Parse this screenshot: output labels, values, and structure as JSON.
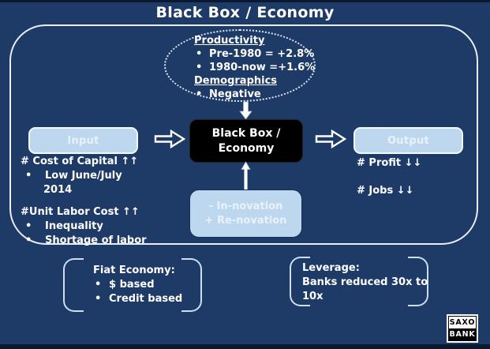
{
  "title": "Black Box / Economy",
  "chars": {
    "bullet": "•"
  },
  "ellipse": {
    "heading_productivity": "Productivity",
    "productivity_items": [
      "Pre-1980 = +2.8%",
      "1980-now =+1.6%"
    ],
    "heading_demographics": "Demographics",
    "demographics_items": [
      "Negative"
    ]
  },
  "flow": {
    "input_label": "Input",
    "blackbox_line1": "Black Box /",
    "blackbox_line2": "Economy",
    "output_label": "Output",
    "innovation_line1": "- In-novation",
    "innovation_line2": "+ Re-novation"
  },
  "input_notes": {
    "cost_heading": "# Cost of Capital ↑↑",
    "cost_item_line1": "Low June/July",
    "cost_item_line2": "2014",
    "labor_heading": "#Unit Labor Cost ↑↑",
    "labor_items": [
      "Inequality",
      "Shortage of labor"
    ]
  },
  "output_notes": {
    "profit": "# Profit ↓↓",
    "jobs": "# Jobs ↓↓"
  },
  "fiat_box": {
    "heading": "Fiat Economy:",
    "items": [
      "$ based",
      "Credit based"
    ]
  },
  "leverage_box": {
    "heading": "Leverage:",
    "body_line1": "Banks reduced 30x to",
    "body_line2": "10x"
  },
  "logo": {
    "top": "SAXO",
    "bottom": "BANK"
  },
  "colors": {
    "background": "#1e3a66",
    "panel_blue": "#bdd7ee",
    "black_box": "#000000",
    "frame_white": "#e9eff7"
  }
}
